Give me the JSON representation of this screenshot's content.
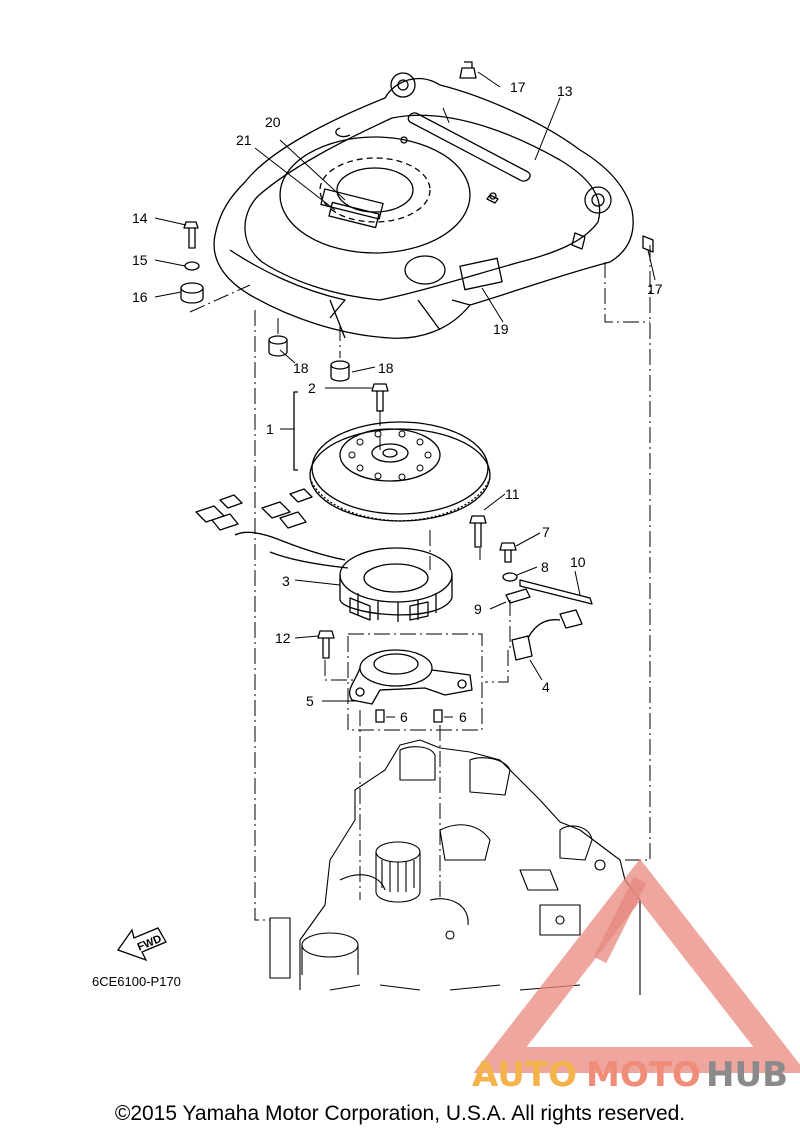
{
  "callouts": [
    "1",
    "2",
    "3",
    "4",
    "5",
    "6",
    "6",
    "7",
    "8",
    "9",
    "10",
    "11",
    "12",
    "13",
    "14",
    "15",
    "16",
    "17",
    "17",
    "18",
    "18",
    "19",
    "20",
    "21"
  ],
  "fwd_label": "FWD",
  "reference_code": "6CE6100-P170",
  "watermark": {
    "auto": "AUTO",
    "moto": "MOTO",
    "hub": "HUB",
    "colors": {
      "triangle": "#e8887f",
      "auto": "#f3b24a",
      "moto": "#ef8d78",
      "hub": "#8a8a8a"
    }
  },
  "copyright": "©2015 Yamaha Motor Corporation, U.S.A. All rights reserved."
}
